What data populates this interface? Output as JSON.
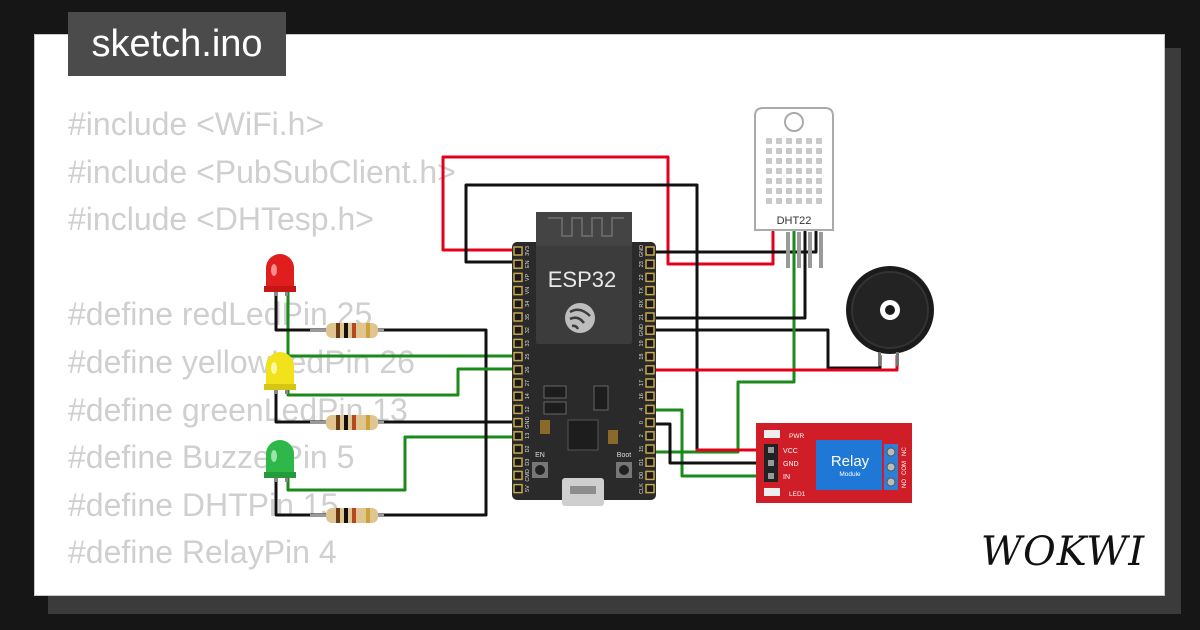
{
  "file_tab": {
    "label": "sketch.ino"
  },
  "code_lines": [
    "#include <WiFi.h>",
    "#include <PubSubClient.h>",
    "#include <DHTesp.h>",
    "",
    "#define redLedPin 25",
    "#define yellowLedPin 26",
    "#define greenLedPin 13",
    "#define BuzzerPin 5",
    "#define DHTPin 15",
    "#define RelayPin 4"
  ],
  "esp32": {
    "label": "ESP32",
    "en_label": "EN",
    "boot_label": "Boot",
    "left_pins": [
      "3V3",
      "EN",
      "VP",
      "VN",
      "34",
      "35",
      "32",
      "33",
      "25",
      "26",
      "27",
      "14",
      "12",
      "GND",
      "13",
      "D2",
      "D3",
      "CMD",
      "5V"
    ],
    "right_pins": [
      "GND",
      "23",
      "22",
      "TX",
      "RX",
      "21",
      "GND",
      "19",
      "18",
      "5",
      "17",
      "16",
      "4",
      "0",
      "2",
      "15",
      "D1",
      "D0",
      "CLK"
    ]
  },
  "dht22": {
    "label": "DHT22"
  },
  "relay": {
    "title": "Relay",
    "subtitle": "Module",
    "pwr_label": "PWR",
    "led_label": "LED1",
    "vcc_label": "VCC",
    "gnd_label": "GND",
    "in_label": "IN",
    "no_label": "NO",
    "com_label": "COM",
    "nc_label": "NC"
  },
  "brand": {
    "name": "WOKWI"
  },
  "colors": {
    "led_red": "#e01e1e",
    "led_yellow": "#f2e21b",
    "led_green": "#2fb84a",
    "wire_red": "#e2001a",
    "wire_green": "#1a8a1a",
    "wire_black": "#111111",
    "relay_board": "#d01e28",
    "relay_blue": "#1f78d6",
    "esp32_board": "#2a2a2a"
  }
}
